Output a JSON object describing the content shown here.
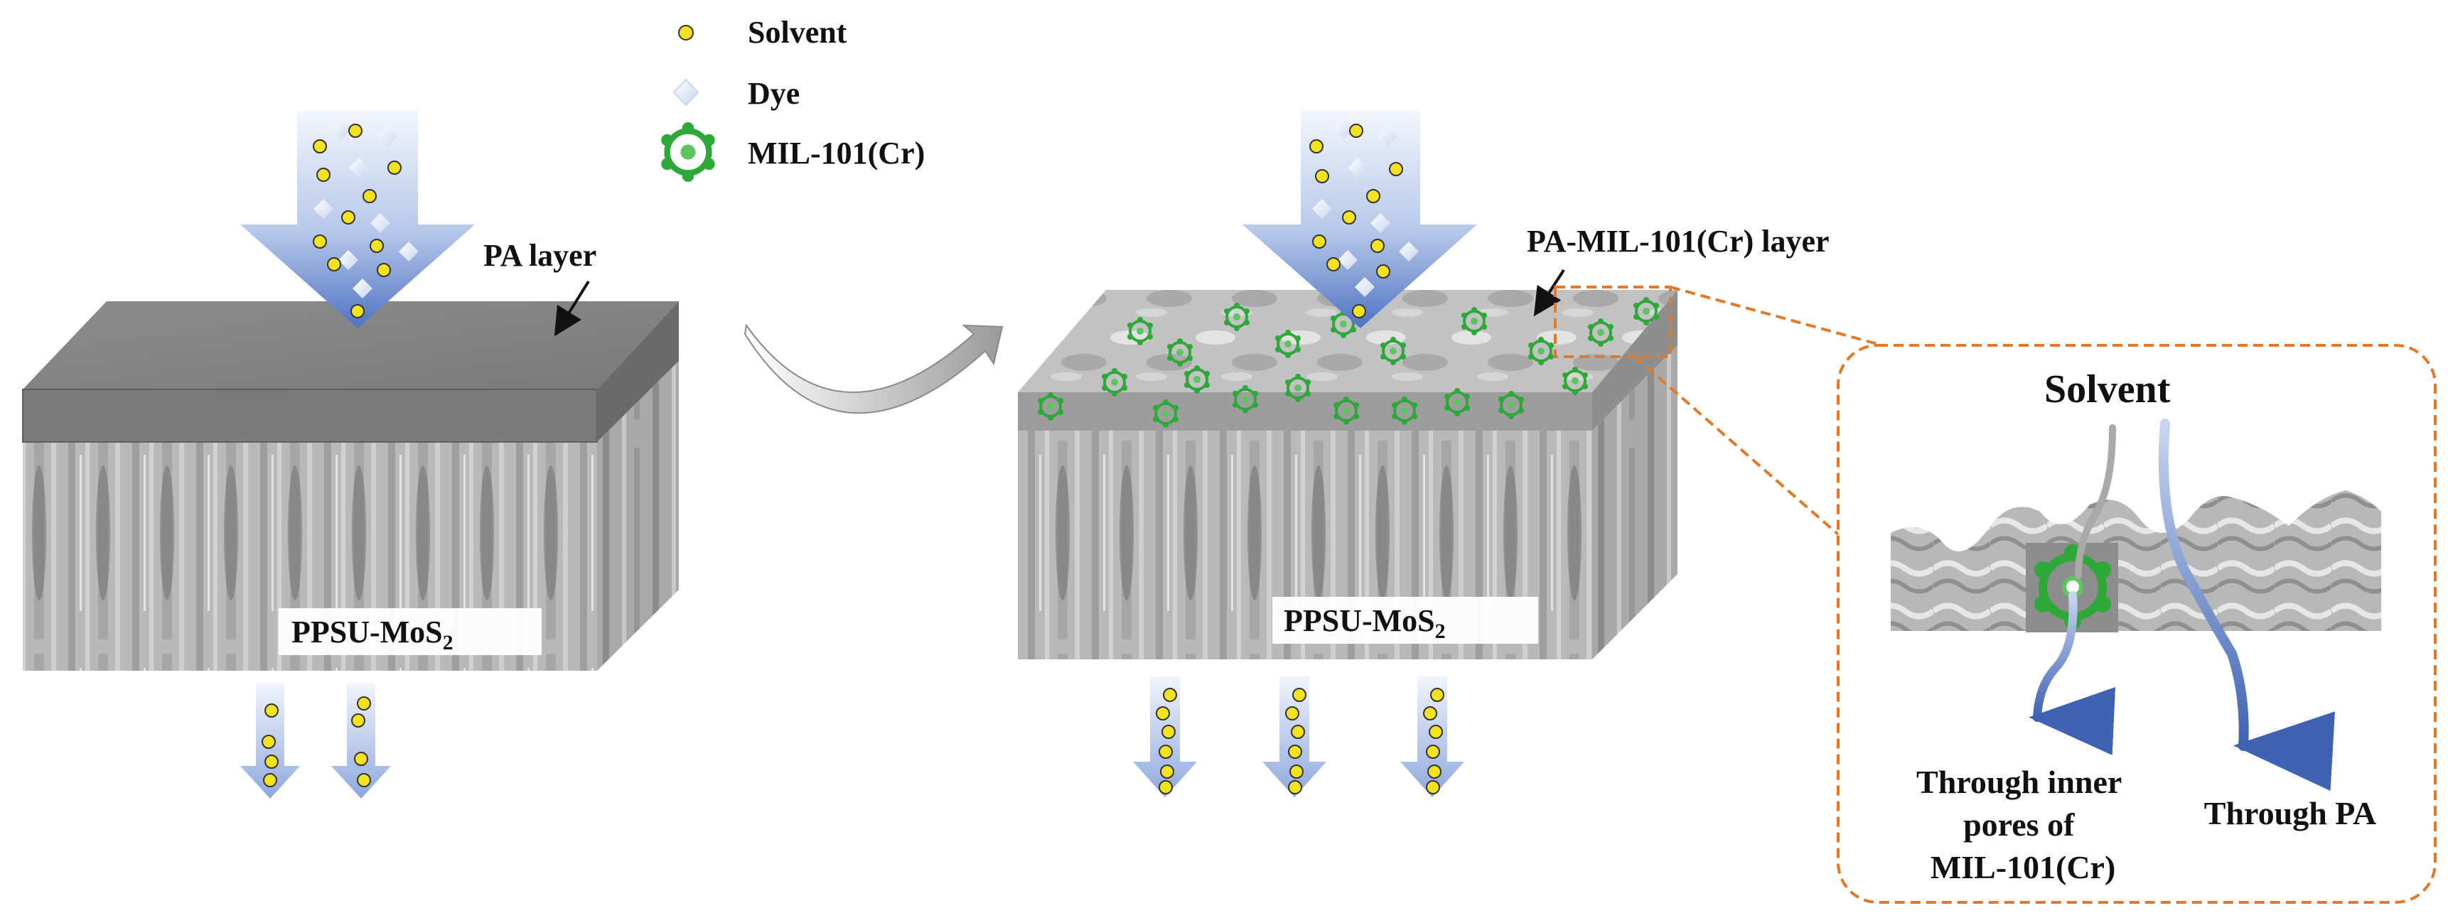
{
  "legend": {
    "solvent": "Solvent",
    "dye": "Dye",
    "mof": "MIL-101(Cr)"
  },
  "left_panel": {
    "layer_label": "PA layer",
    "substrate_label": "PPSU-MoS",
    "substrate_subscript": "2"
  },
  "right_panel": {
    "layer_label": "PA-MIL-101(Cr) layer",
    "substrate_label": "PPSU-MoS",
    "substrate_subscript": "2"
  },
  "inset": {
    "title": "Solvent",
    "path_mof_lines": [
      "Through inner",
      "pores of",
      "MIL-101(Cr)"
    ],
    "path_pa": "Through PA"
  },
  "colors": {
    "arrow_top": "#eef3fb",
    "arrow_bottom": "#4f73c2",
    "solvent": "#f2e21f",
    "mof_green": "#2fa83a",
    "inset_border": "#e07a2a",
    "pa_layer": "#8a8a8a"
  }
}
